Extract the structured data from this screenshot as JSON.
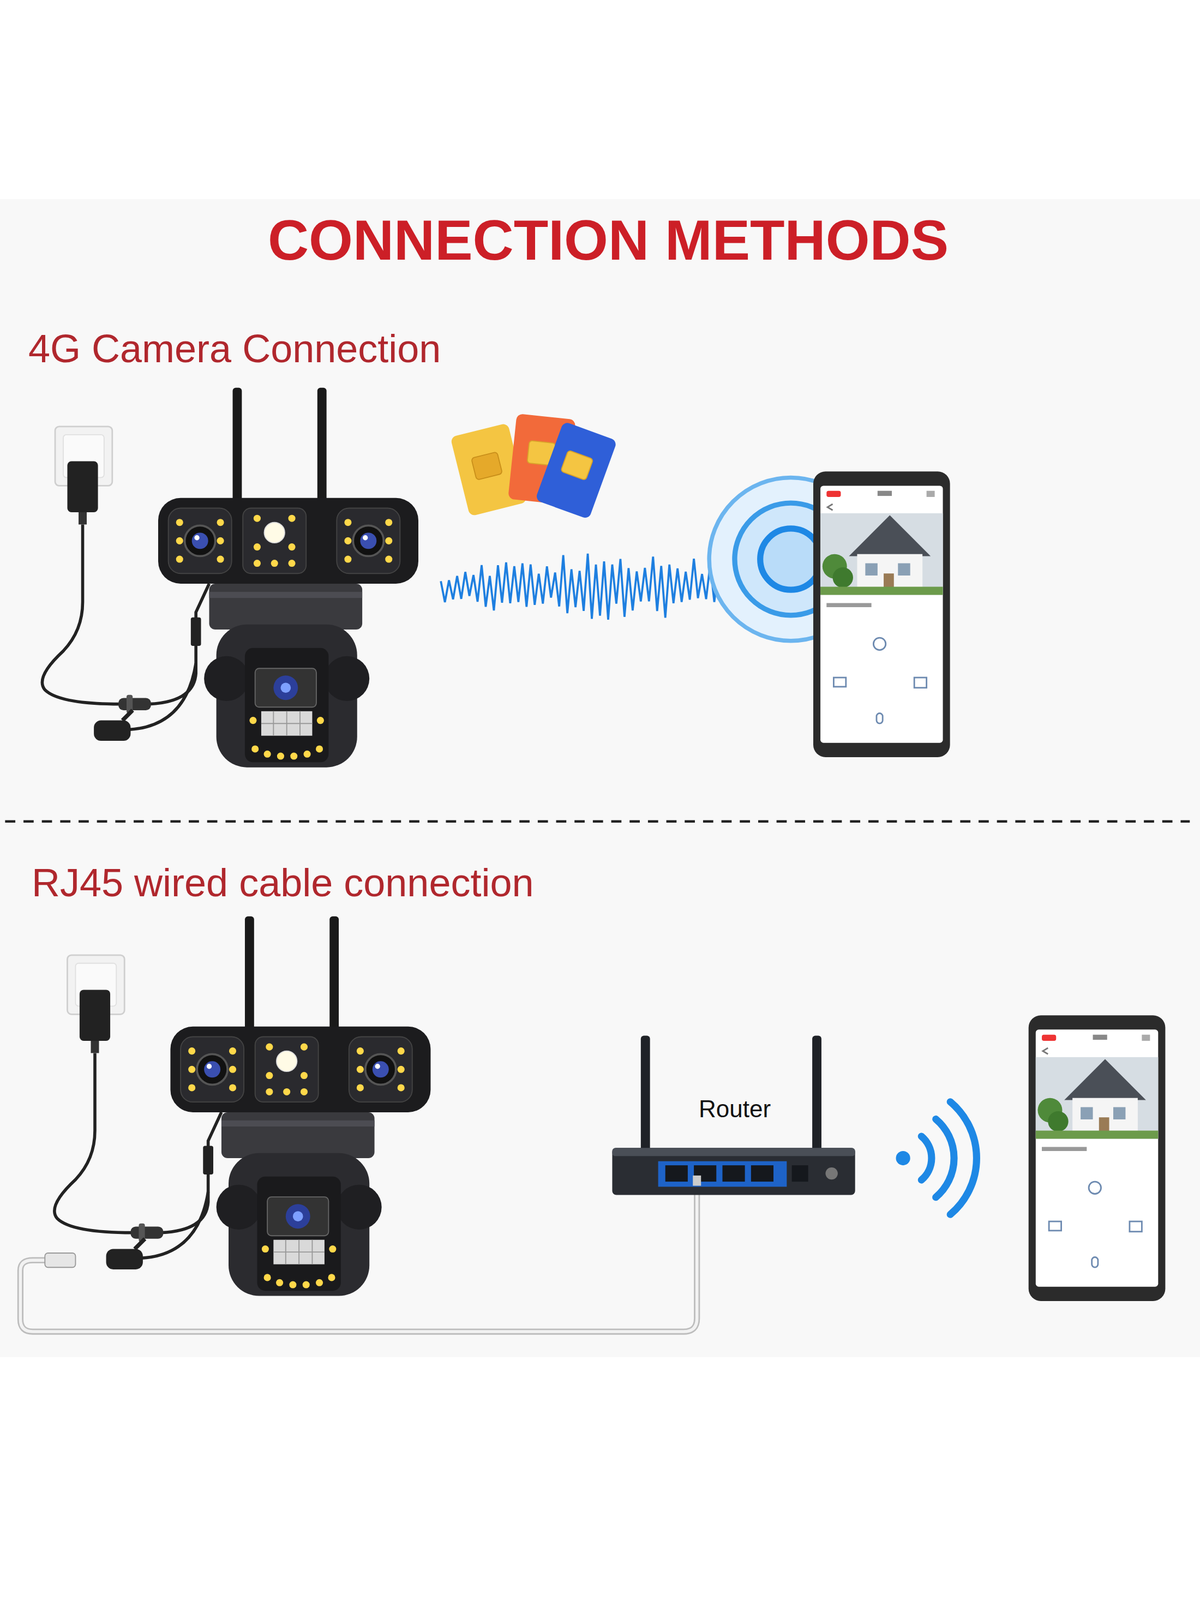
{
  "diagram": {
    "title": "CONNECTION METHODS",
    "nodes": [
      {
        "text": [
          "Router"
        ]
      }
    ],
    "labels": [
      "4G Camera Connection",
      "RJ45 wired cable connection"
    ]
  }
}
